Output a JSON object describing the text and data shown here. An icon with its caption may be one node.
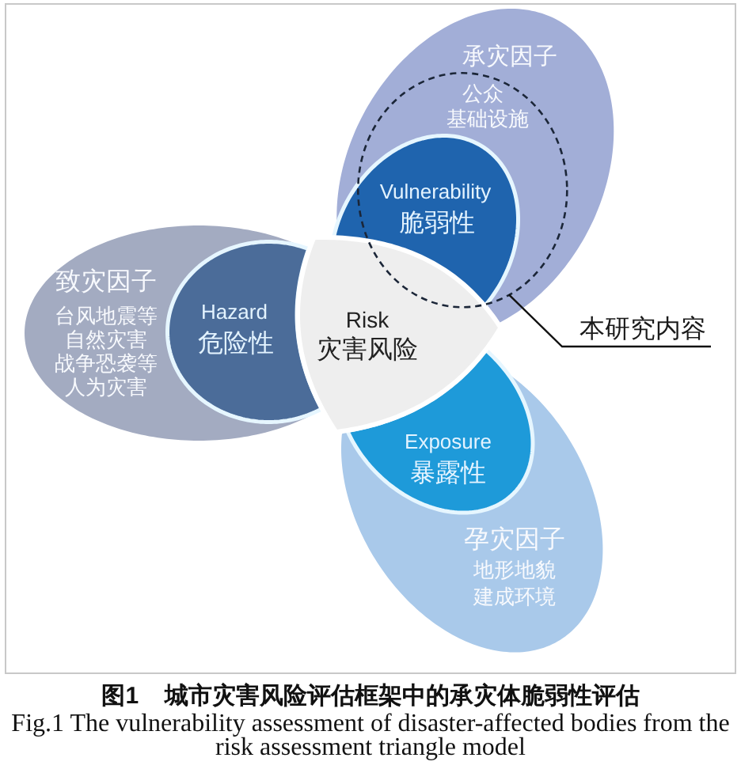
{
  "diagram": {
    "caption": "图1 城市灾害风险评估框架中的承灾体脆弱性评估",
    "nodes": [
      {
        "text": [
          "承灾因子"
        ]
      },
      {
        "text": [
          "公众",
          "基础设施"
        ],
        "in": 0
      },
      {
        "text": [
          "Vulnerability",
          "脆弱性"
        ],
        "in": 0
      },
      {
        "text": [
          "致灾因子",
          "台风地震等自然灾害",
          "战争恐袭等人为灾害"
        ]
      },
      {
        "text": [
          "Hazard",
          "危险性"
        ],
        "in": 3
      },
      {
        "text": [
          "Risk",
          "灾害风险"
        ]
      },
      {
        "text": [
          "本研究内容"
        ]
      },
      {
        "text": [
          "孕灾因子",
          "地形地貌",
          "建成环境"
        ]
      },
      {
        "text": [
          "Exposure",
          "暴露性"
        ],
        "in": 7
      }
    ],
    "edges": [
      {
        "from": 6,
        "to": 1,
        "arrow": "none"
      }
    ],
    "labels": [
      "Fig.1 The vulnerability assessment of disaster-affected bodies from the risk assessment triangle model"
    ]
  }
}
